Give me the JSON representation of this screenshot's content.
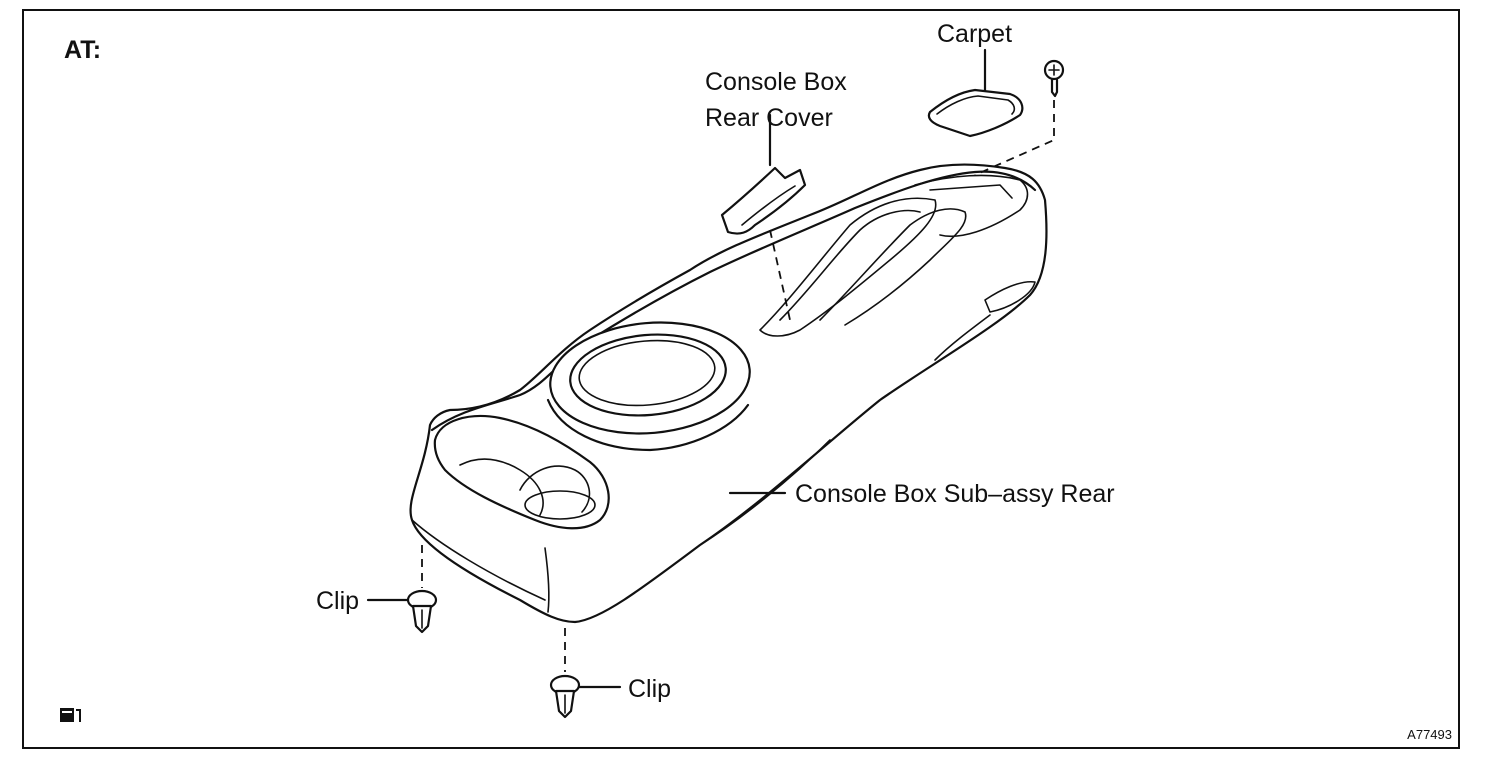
{
  "diagram": {
    "title": "AT:",
    "figure_code": "A77493",
    "labels": {
      "carpet": "Carpet",
      "rear_cover_line1": "Console Box",
      "rear_cover_line2": "Rear Cover",
      "sub_assy": "Console Box Sub–assy Rear",
      "clip_left": "Clip",
      "clip_bottom": "Clip"
    },
    "icons": [
      "new-part-symbol-icon"
    ]
  }
}
